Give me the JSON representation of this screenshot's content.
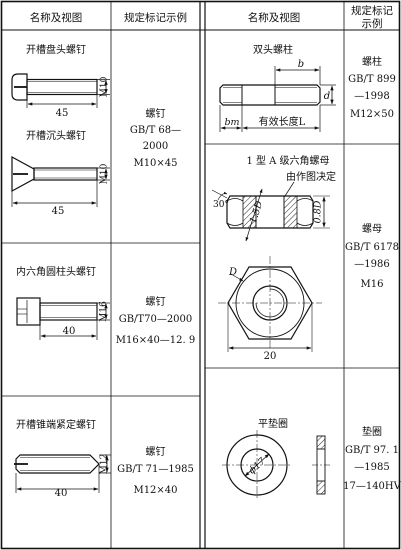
{
  "table": {
    "header": {
      "name_and_view": "名称及视图",
      "marking_example_line1": "规定标记示例",
      "marking_example_col4_line1": "规定标记",
      "marking_example_col4_line2": "示例"
    },
    "left_rows": [
      {
        "name": "开槽盘头螺钉",
        "dim_len": "45",
        "dim_dia": "M10"
      },
      {
        "name": "开槽沉头螺钉",
        "dim_len": "45",
        "dim_dia": "M10"
      },
      {
        "name": "内六角圆柱头螺钉",
        "dim_len": "40",
        "dim_dia": "M16"
      },
      {
        "name": "开槽锥端紧定螺钉",
        "dim_len": "40",
        "dim_dia": "M12"
      }
    ],
    "left_markings": [
      {
        "lines": [
          "螺钉",
          "GB/T 68—",
          "2000",
          "M10×45"
        ]
      },
      {
        "lines": [
          "螺钉",
          "GB/T70—2000",
          "M16×40—12. 9"
        ]
      },
      {
        "lines": [
          "螺钉",
          "GB/T 71—1985",
          "M12×40"
        ]
      }
    ],
    "right_rows": [
      {
        "name": "双头螺柱",
        "dim_b": "b",
        "dim_d": "d",
        "dim_bm": "bm",
        "dim_len": "有效长度L"
      },
      {
        "name": "1 型 A 级六角螺母",
        "note": "由作图决定",
        "angle": "30°",
        "dim_15d": "1.5D",
        "dim_08d": "0.8D",
        "dim_D": "D",
        "dim_width": "20"
      },
      {
        "name": "平垫圈",
        "dim_phi": "ϕ17"
      }
    ],
    "right_markings": [
      {
        "lines": [
          "螺柱",
          "GB/T 899",
          "—1998",
          "M12×50"
        ]
      },
      {
        "lines": [
          "螺母",
          "GB/T 6178",
          "—1986",
          "M16"
        ]
      },
      {
        "lines": [
          "垫圈",
          "GB/T 97. 1",
          "—1985",
          "17—140HV"
        ]
      }
    ]
  }
}
